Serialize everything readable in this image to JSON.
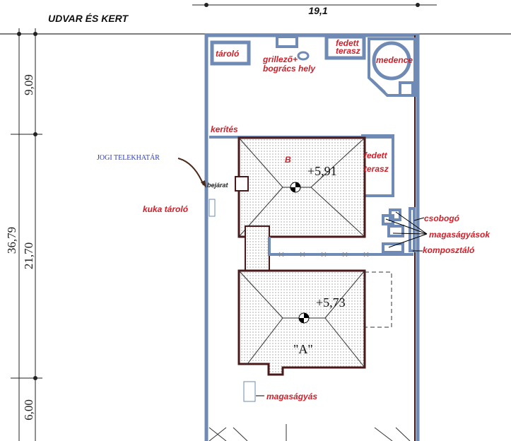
{
  "title": "UDVAR ÉS KERT",
  "dimensions": {
    "top": "19,1",
    "total_left": "36,79",
    "seg1": "9,09",
    "seg2": "21,70",
    "seg3": "6,00"
  },
  "labels": {
    "storage": "tároló",
    "grill_line1": "grillező+",
    "grill_line2": "bogrács hely",
    "covered_terrace_top_1": "fedett",
    "covered_terrace_top_2": "terasz",
    "pool": "medence",
    "fence": "kerítés",
    "legal_boundary": "JOGI TELEKHATÁR",
    "entrance": "bejárat",
    "bin_storage": "kuka tároló",
    "building_b": "B",
    "height_b": "+5,91",
    "covered_terrace_1": "fedett",
    "covered_terrace_2": "terasz",
    "brook": "csobogó",
    "raised_beds": "magaságyások",
    "compost": "komposztáló",
    "height_a": "+5,73",
    "building_a": "\"A\"",
    "raised_bed": "magaságyás"
  },
  "colors": {
    "plot": "#6e8ab5",
    "label": "#d0202a",
    "wall": "#4a1a1a"
  }
}
